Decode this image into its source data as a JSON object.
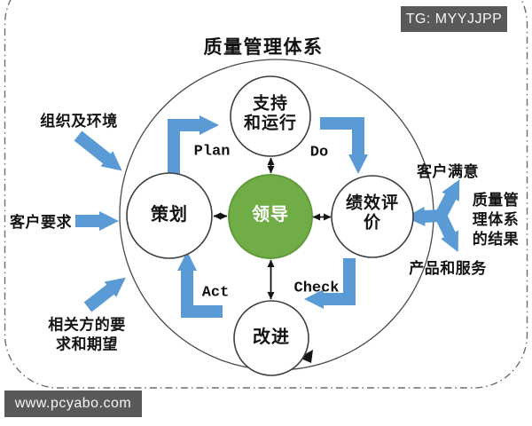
{
  "title": "质量管理体系",
  "watermarks": {
    "tg_badge": "TG: MYYJJPP",
    "site_badge": "www.pcyabo.com"
  },
  "cycle": {
    "center": "领导",
    "support_operation": [
      "支持",
      "和运行"
    ],
    "planning": "策划",
    "performance_evaluation": [
      "绩效评",
      "价"
    ],
    "improvement": "改进"
  },
  "pdca": {
    "plan": "Plan",
    "do": "Do",
    "check": "Check",
    "act": "Act"
  },
  "inputs": {
    "org_context": "组织及环境",
    "customer_requirements": "客户要求",
    "interested_parties": [
      "相关方的要",
      "求和期望"
    ]
  },
  "outputs": {
    "customer_satisfaction": "客户满意",
    "qms_results": [
      "质量管",
      "理体系",
      "的结果"
    ],
    "products_services": "产品和服务"
  },
  "colors": {
    "accent_green": "#70ad47",
    "accent_blue": "#5b9bd5",
    "badge_bg": "#59595b",
    "stroke_dark": "#3f3f3f"
  }
}
